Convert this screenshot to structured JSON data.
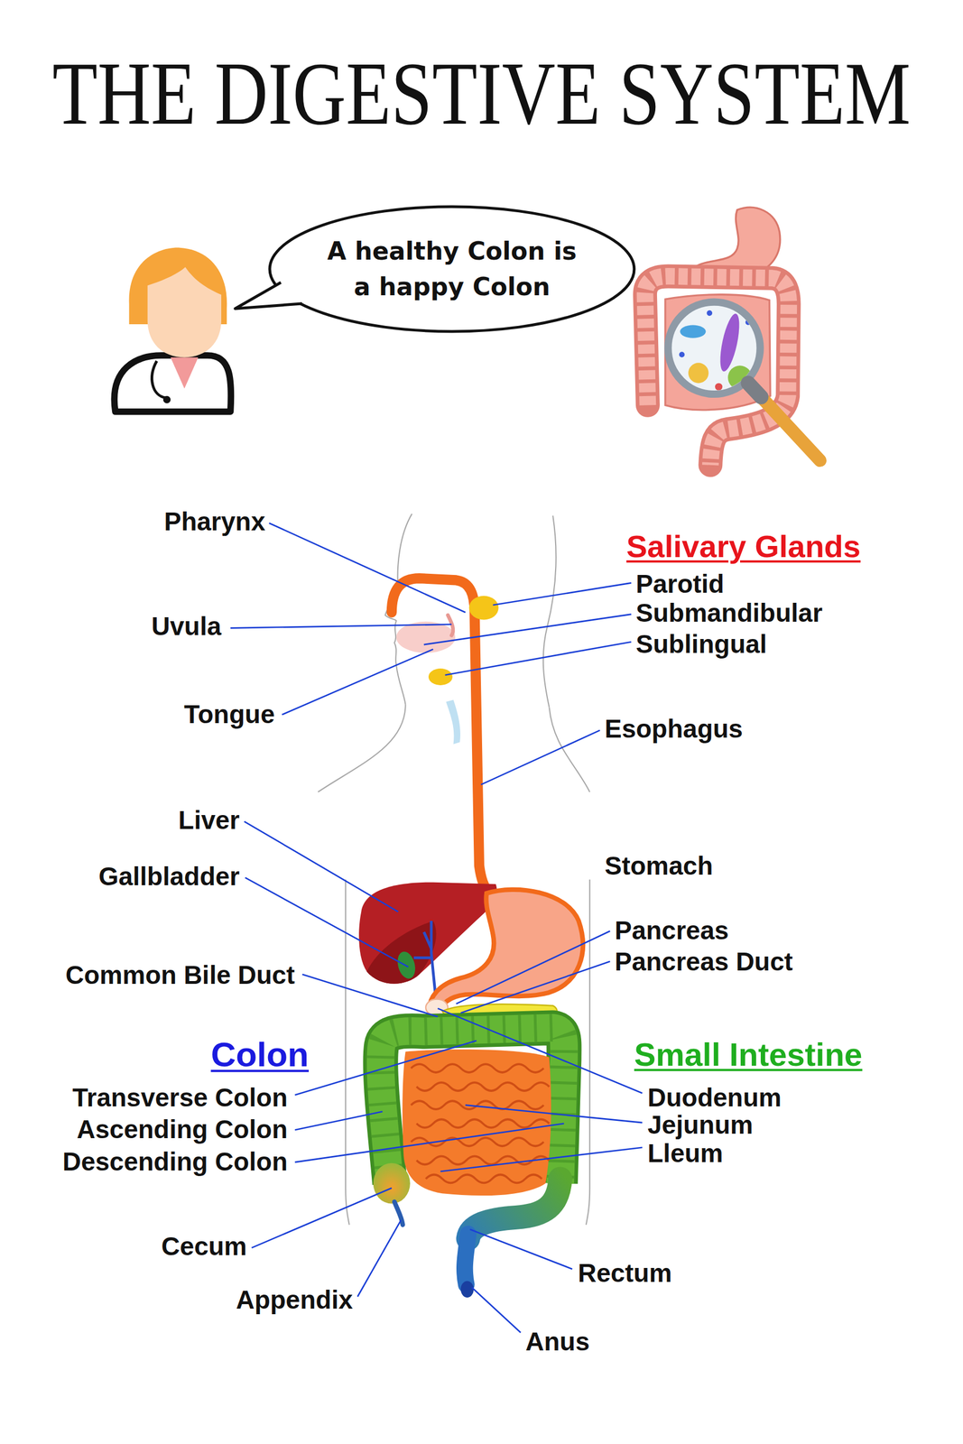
{
  "diagram": {
    "title": "THE DIGESTIVE SYSTEM",
    "nodes": [
      {
        "text": [
          "A healthy Colon is a happy Colon"
        ]
      }
    ],
    "labels": [
      "Pharynx",
      "Salivary Glands",
      "Parotid",
      "Uvula",
      "Submandibular",
      "Sublingual",
      "Tongue",
      "Esophagus",
      "Liver",
      "Stomach",
      "Gallbladder",
      "Pancreas",
      "Pancreas Duct",
      "Common Bile Duct",
      "Colon",
      "Small Intestine",
      "Transverse Colon",
      "Duodenum",
      "Ascending Colon",
      "Jejunum",
      "Descending Colon",
      "Lleum",
      "Cecum",
      "Rectum",
      "Appendix",
      "Anus"
    ]
  }
}
